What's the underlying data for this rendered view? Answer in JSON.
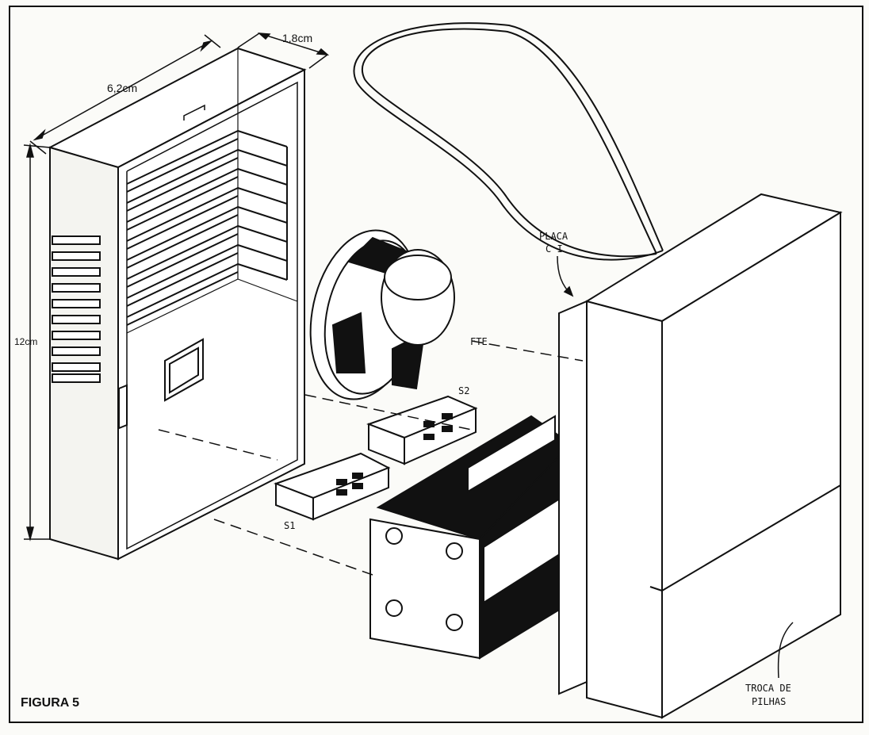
{
  "figure": {
    "caption": "FIGURA 5",
    "dimensions": {
      "depth": "1,8cm",
      "width": "6,2cm",
      "height": "12cm"
    },
    "labels": {
      "placa_line1": "PLACA",
      "placa_line2": "C I",
      "fte": "FTE",
      "s1": "S1",
      "s2": "S2",
      "troca_line1": "TROCA DE",
      "troca_line2": "PILHAS"
    }
  },
  "colors": {
    "ink": "#111111",
    "paper": "#fbfbf8"
  }
}
